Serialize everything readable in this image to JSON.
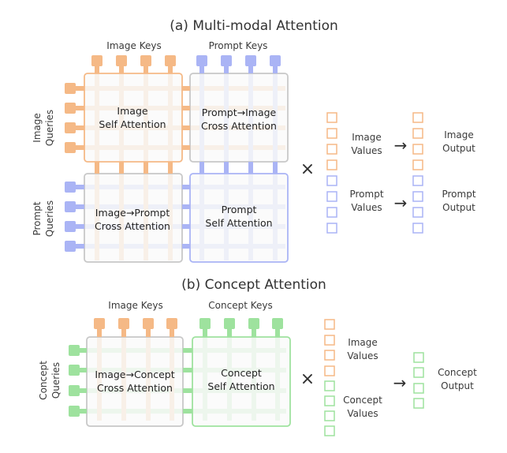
{
  "colors": {
    "image": "#f5b986",
    "image_light": "#f8e6d6",
    "prompt": "#aab4f5",
    "prompt_light": "#e2e6f8",
    "concept": "#9ee29e",
    "concept_light": "#dff3df",
    "neutral_border": "#c8c8c8",
    "box_fill": "#f8f8f8",
    "text": "#2e2e2e"
  },
  "panel_a": {
    "title": "(a) Multi-modal Attention",
    "key_groups": [
      "Image Keys",
      "Prompt Keys"
    ],
    "query_groups": [
      {
        "line1": "Image",
        "line2": "Queries"
      },
      {
        "line1": "Prompt",
        "line2": "Queries"
      }
    ],
    "blocks": [
      {
        "line1": "Image",
        "line2": "Self Attention",
        "border": "image"
      },
      {
        "line1": "Prompt→Image",
        "line2": "Cross Attention",
        "border": "neutral"
      },
      {
        "line1": "Image→Prompt",
        "line2": "Cross Attention",
        "border": "neutral"
      },
      {
        "line1": "Prompt",
        "line2": "Self Attention",
        "border": "prompt"
      }
    ],
    "times_symbol": "×",
    "values": [
      {
        "line1": "Image",
        "line2": "Values"
      },
      {
        "line1": "Prompt",
        "line2": "Values"
      }
    ],
    "arrow_symbol": "→",
    "outputs": [
      {
        "line1": "Image",
        "line2": "Output"
      },
      {
        "line1": "Prompt",
        "line2": "Output"
      }
    ]
  },
  "panel_b": {
    "title": "(b) Concept Attention",
    "key_groups": [
      "Image Keys",
      "Concept Keys"
    ],
    "query_groups": [
      {
        "line1": "Concept",
        "line2": "Queries"
      }
    ],
    "blocks": [
      {
        "line1": "Image→Concept",
        "line2": "Cross Attention",
        "border": "neutral"
      },
      {
        "line1": "Concept",
        "line2": "Self Attention",
        "border": "concept"
      }
    ],
    "times_symbol": "×",
    "values": [
      {
        "line1": "Image",
        "line2": "Values"
      },
      {
        "line1": "Concept",
        "line2": "Values"
      }
    ],
    "arrow_symbol": "→",
    "outputs": [
      {
        "line1": "Concept",
        "line2": "Output"
      }
    ]
  }
}
